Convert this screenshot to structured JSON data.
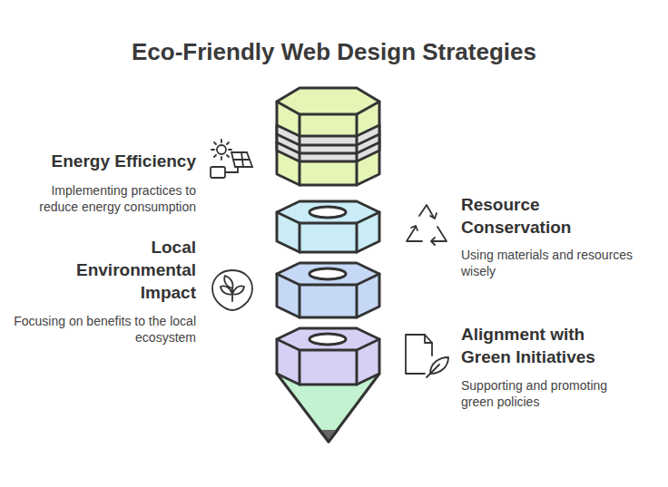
{
  "diagram": {
    "title": "Eco-Friendly Web Design Strategies",
    "labels": [
      "Energy Efficiency",
      "Implementing practices to reduce energy consumption",
      "Resource Conservation",
      "Using materials and resources wisely",
      "Local Environmental Impact",
      "Focusing on benefits to the local ecosystem",
      "Alignment with Green Initiatives",
      "Supporting and promoting green policies"
    ]
  }
}
